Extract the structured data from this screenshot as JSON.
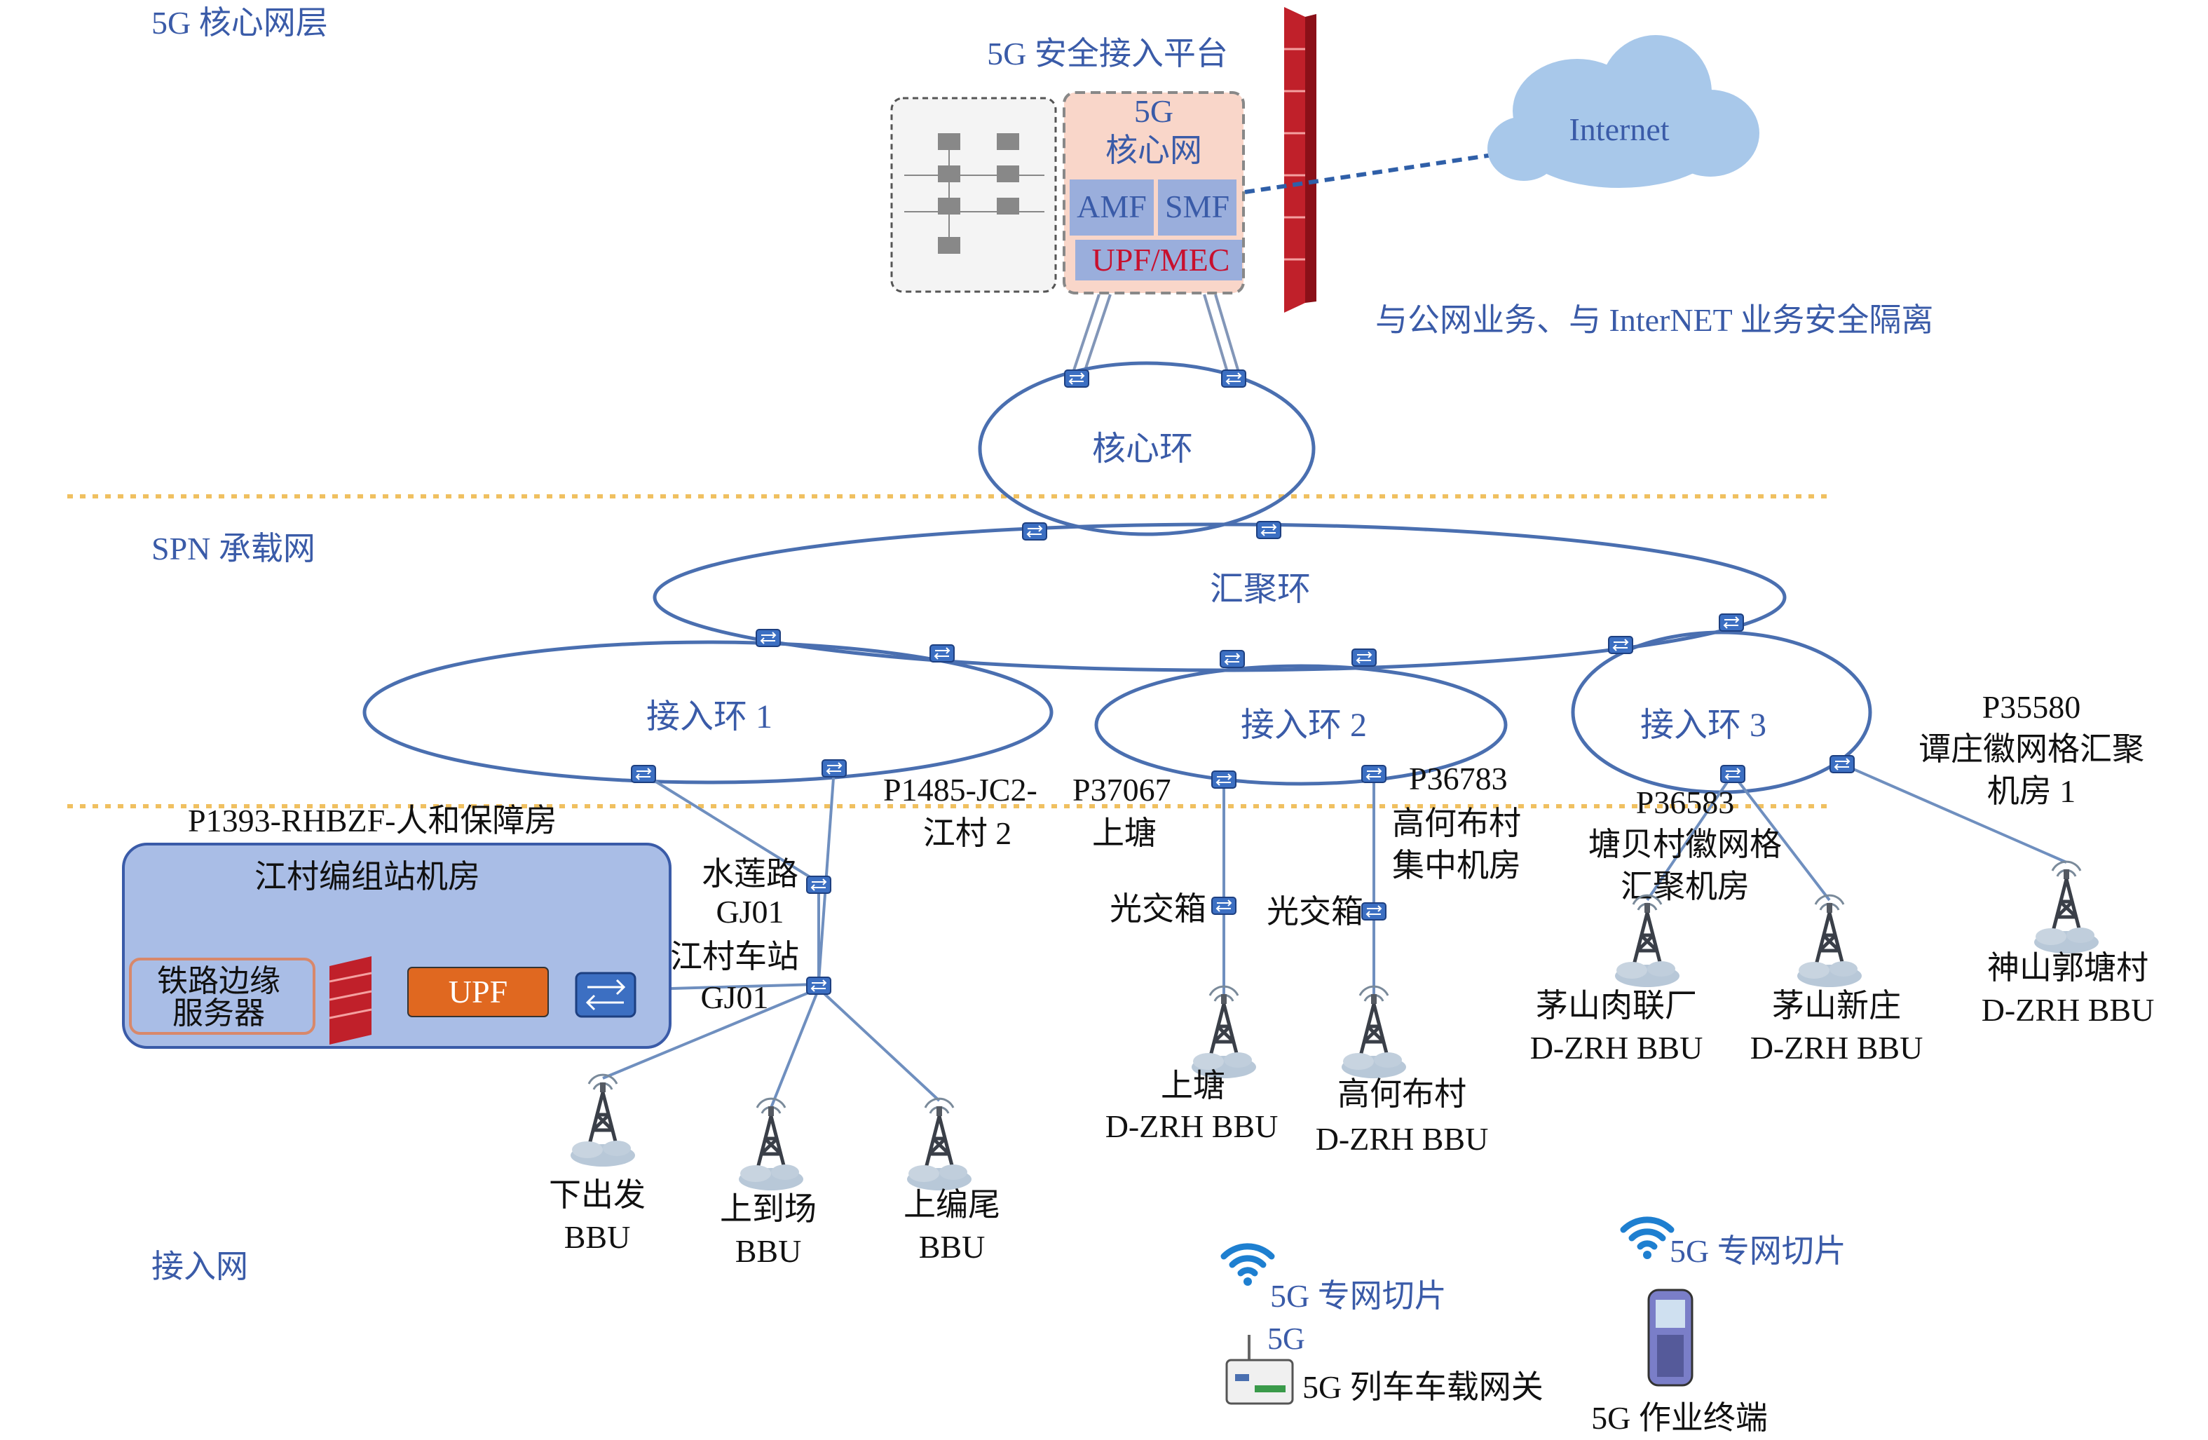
{
  "layers": {
    "core": "5G 核心网层",
    "spn": "SPN 承载网",
    "access": "接入网"
  },
  "platform": {
    "title": "5G 安全接入平台",
    "core_label_1": "5G",
    "core_label_2": "核心网",
    "amf": "AMF",
    "smf": "SMF",
    "upf_mec": "UPF/MEC"
  },
  "internet": "Internet",
  "isolation_note": "与公网业务、与 InterNET 业务安全隔离",
  "rings": {
    "core": "核心环",
    "aggregation": "汇聚环",
    "access1": "接入环 1",
    "access2": "接入环 2",
    "access3": "接入环 3"
  },
  "sites": {
    "p1393": "P1393-RHBZF-人和保障房",
    "jiangcun_room": "江村编组站机房",
    "edge_server_1": "铁路边缘",
    "edge_server_2": "服务器",
    "upf": "UPF",
    "shuilian_1": "水莲路",
    "shuilian_2": "GJ01",
    "jiangcun_station_1": "江村车站",
    "jiangcun_station_2": "GJ01",
    "p1485_1": "P1485-JC2-",
    "p1485_2": "江村 2",
    "p37067_1": "P37067",
    "p37067_2": "上塘",
    "p36783_1": "P36783",
    "p36783_2": "高何布村",
    "p36783_3": "集中机房",
    "p36583_1": "P36583",
    "p36583_2": "塘贝村徽网格",
    "p36583_3": "汇聚机房",
    "p35580_1": "P35580",
    "p35580_2": "谭庄徽网格汇聚",
    "p35580_3": "机房 1",
    "fiber_box_1": "光交箱",
    "fiber_box_2": "光交箱"
  },
  "stations": {
    "xiachufa_1": "下出发",
    "xiachufa_2": "BBU",
    "shangdaochang_1": "上到场",
    "shangdaochang_2": "BBU",
    "shangbianwei_1": "上编尾",
    "shangbianwei_2": "BBU",
    "shangtang_1": "上塘",
    "shangtang_2": "D-ZRH BBU",
    "gaohebu_1": "高何布村",
    "gaohebu_2": "D-ZRH BBU",
    "maoshanrou_1": "茅山肉联厂",
    "maoshanrou_2": "D-ZRH BBU",
    "maoshanxin_1": "茅山新庄",
    "maoshanxin_2": "D-ZRH BBU",
    "shenshan_1": "神山郭塘村",
    "shenshan_2": "D-ZRH BBU"
  },
  "slices": {
    "slice_a": "5G 专网切片",
    "slice_b": "5G 专网切片",
    "gw_tag": "5G",
    "gateway": "5G 列车车载网关",
    "terminal": "5G 作业终端"
  },
  "colors": {
    "label_blue": "#3a5ba8",
    "ring_blue": "#4a6fb0",
    "upf_orange": "#e06820",
    "firewall_red": "#c0202a",
    "room_fill": "#a9bde6",
    "cloud": "#a8c8ea",
    "separator": "#f0c060"
  }
}
